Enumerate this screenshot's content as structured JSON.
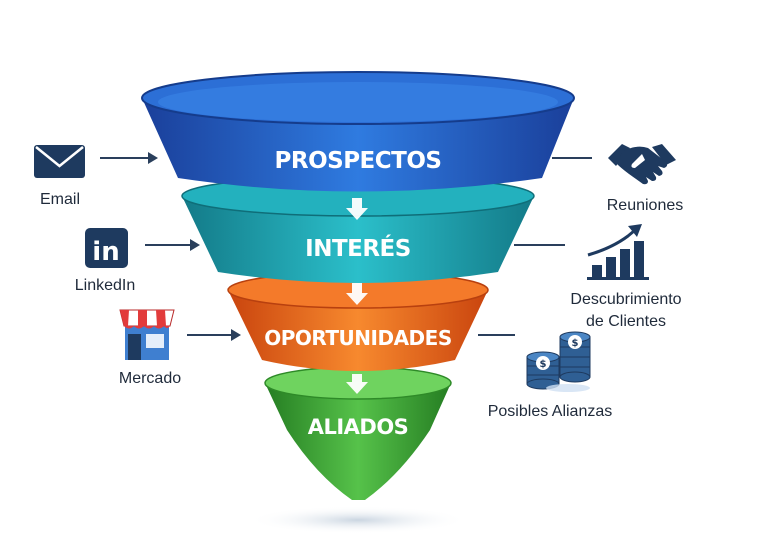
{
  "funnel": {
    "stages": [
      {
        "label": "PROSPECTOS",
        "color": "#1f5fc4"
      },
      {
        "label": "INTERÉS",
        "color": "#1aa0ad"
      },
      {
        "label": "OPORTUNIDADES",
        "color": "#ea6a1c"
      },
      {
        "label": "ALIADOS",
        "color": "#3aa33a"
      }
    ]
  },
  "inputs": [
    {
      "label": "Email",
      "icon": "envelope-icon"
    },
    {
      "label": "LinkedIn",
      "icon": "linkedin-icon"
    },
    {
      "label": "Mercado",
      "icon": "storefront-icon"
    }
  ],
  "outputs": [
    {
      "label": "Reuniones",
      "icon": "handshake-icon"
    },
    {
      "label_line1": "Descubrimiento",
      "label_line2": "de Clientes",
      "icon": "growth-chart-icon"
    },
    {
      "label": "Posibles Alianzas",
      "icon": "coin-stack-icon"
    }
  ],
  "colors": {
    "icon_navy": "#1e3a5f",
    "arrow": "#2a3f5c",
    "store_awning_red": "#e23b3b"
  }
}
